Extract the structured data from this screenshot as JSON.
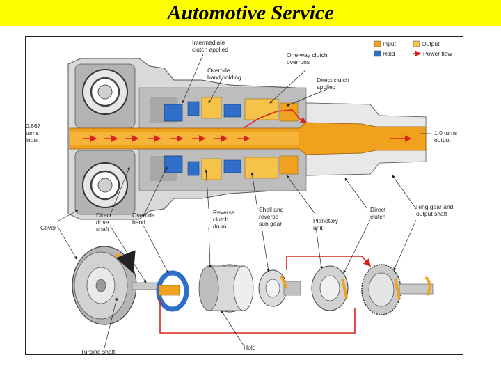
{
  "title": "Automotive Service",
  "legend": {
    "input": "Input",
    "output": "Output",
    "hold": "Hold",
    "power_flow": "Power flow"
  },
  "labels": {
    "intermediate_clutch": "Intermediate\nclutch applied",
    "one_way_clutch": "One-way clutch\noverruns",
    "override_band_holding": "Override\nband holding",
    "direct_clutch_applied": "Direct clutch\napplied",
    "input_turns": "0.667\nturns\ninput",
    "output_turns": "1.0 turns\noutput",
    "cover": "Cover",
    "direct_drive_shaft": "Direct\ndrive\nshaft",
    "override_band": "Override\nband",
    "reverse_clutch_drum": "Reverse\nclutch\ndrum",
    "shell_sun_gear": "Shell and\nreverse\nsun gear",
    "planetary_unit": "Planetary\nunit",
    "direct_clutch": "Direct\nclutch",
    "ring_gear": "Ring gear and\noutput shaft",
    "turbine_shaft": "Turbine shaft",
    "hold": "Hold"
  },
  "colors": {
    "title_bg": "#ffff00",
    "input": "#f0a21e",
    "output": "#f5c24a",
    "hold": "#2f6fc9",
    "power_flow": "#d8231e",
    "housing": "#9a9a9a"
  }
}
